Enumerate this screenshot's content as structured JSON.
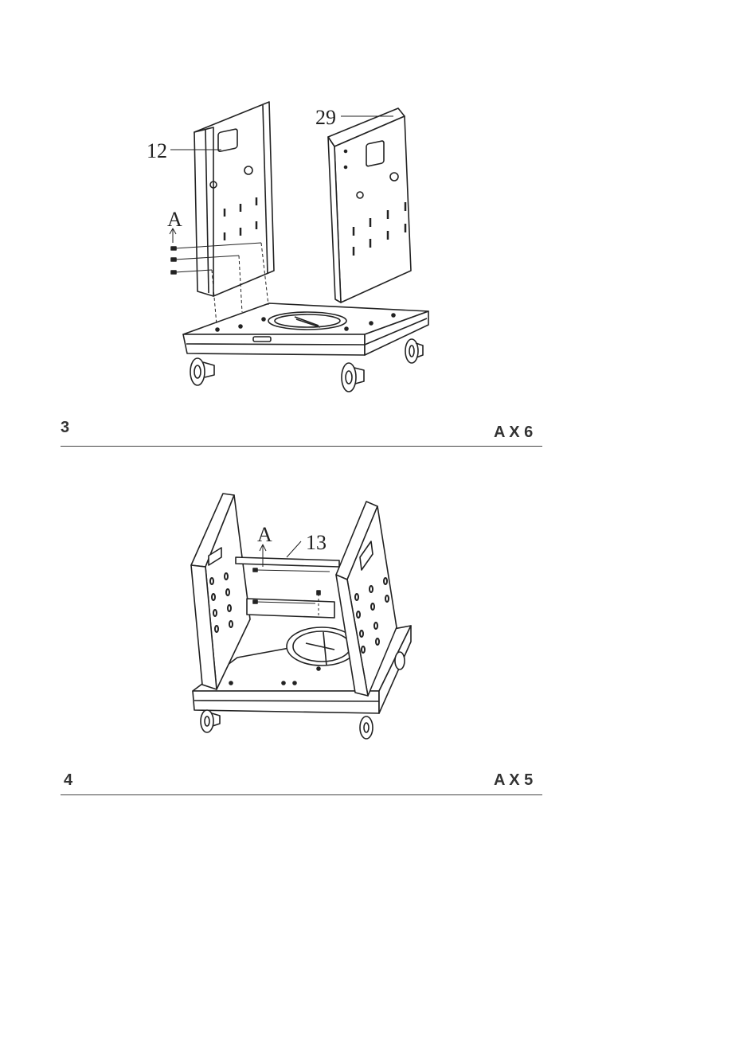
{
  "step3": {
    "number": "3",
    "quantity": "A X 6",
    "callouts": {
      "part12": "12",
      "part29": "29",
      "fastener": "A"
    }
  },
  "step4": {
    "number": "4",
    "quantity": "A X 5",
    "callouts": {
      "part13": "13",
      "fastener": "A"
    }
  }
}
